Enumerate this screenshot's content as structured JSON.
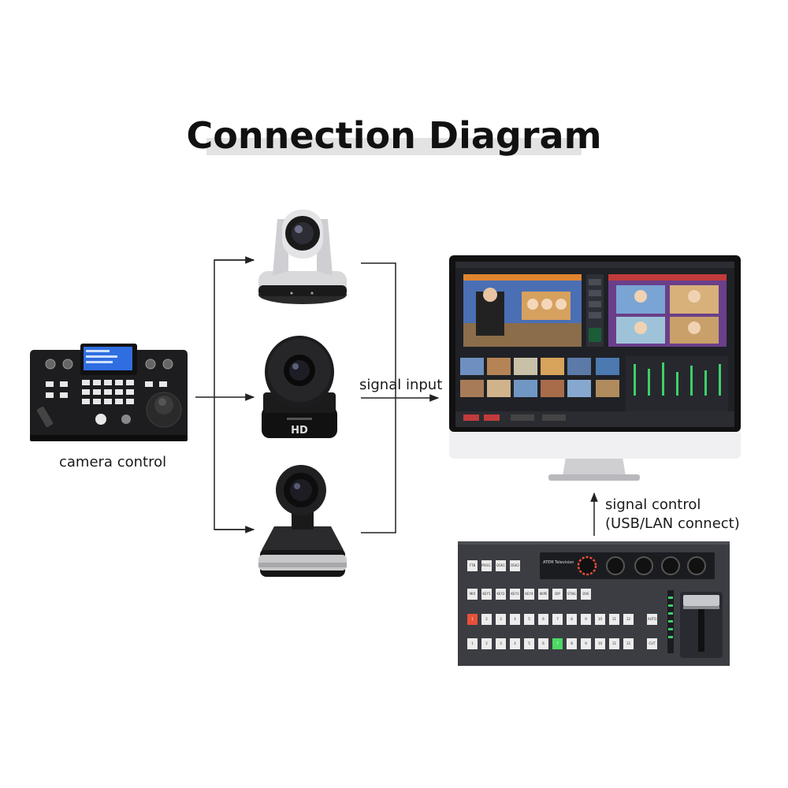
{
  "title": "Connection Diagram",
  "labels": {
    "camera_control": "camera control",
    "signal_input": "signal input",
    "signal_control_line1": "signal control",
    "signal_control_line2": "(USB/LAN connect)"
  },
  "switcher": {
    "row1_keys": [
      "FTB",
      "PROG TRANS",
      "DSK1",
      "DSK2"
    ],
    "display_text": "ATEM Television",
    "row2_keys": [
      "MIX",
      "KEY1",
      "KEY2",
      "KEY3",
      "KEY4",
      "WIPE",
      "DIP",
      "STNG",
      "DVE"
    ],
    "numbers": [
      "1",
      "2",
      "3",
      "4",
      "5",
      "6",
      "7",
      "8",
      "9",
      "10",
      "11",
      "12"
    ],
    "auto_label": "AUTO",
    "cut_label": "CUT"
  },
  "camera_badge": "HD",
  "colors": {
    "accent_green": "#4cd964",
    "accent_red": "#e8503a",
    "monitor_blue": "#4aa6e8"
  }
}
